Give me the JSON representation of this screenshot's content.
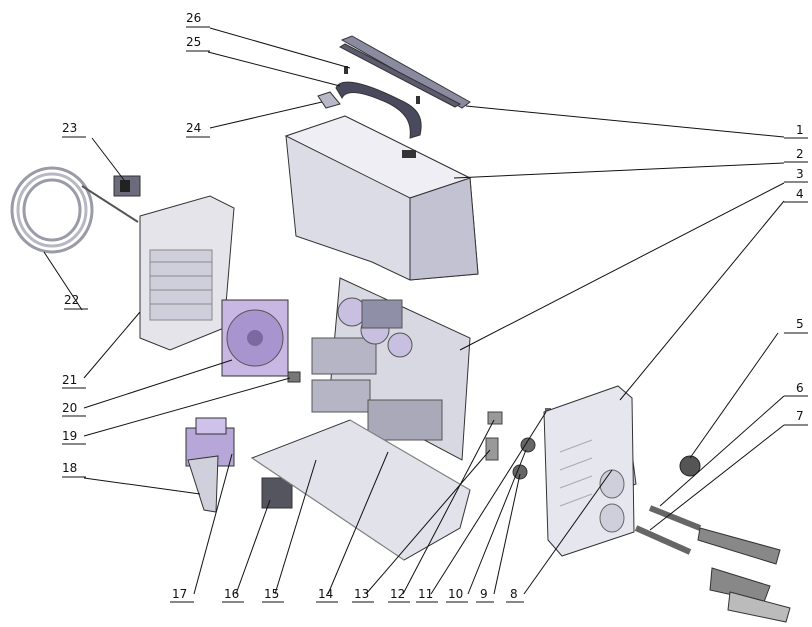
{
  "diagram": {
    "type": "exploded-parts-view",
    "callouts": [
      {
        "id": "1",
        "label": "1"
      },
      {
        "id": "2",
        "label": "2"
      },
      {
        "id": "3",
        "label": "3"
      },
      {
        "id": "4",
        "label": "4"
      },
      {
        "id": "5",
        "label": "5"
      },
      {
        "id": "6",
        "label": "6"
      },
      {
        "id": "7",
        "label": "7"
      },
      {
        "id": "8",
        "label": "8"
      },
      {
        "id": "9",
        "label": "9"
      },
      {
        "id": "10",
        "label": "10"
      },
      {
        "id": "11",
        "label": "11"
      },
      {
        "id": "12",
        "label": "12"
      },
      {
        "id": "13",
        "label": "13"
      },
      {
        "id": "14",
        "label": "14"
      },
      {
        "id": "15",
        "label": "15"
      },
      {
        "id": "16",
        "label": "16"
      },
      {
        "id": "17",
        "label": "17"
      },
      {
        "id": "18",
        "label": "18"
      },
      {
        "id": "19",
        "label": "19"
      },
      {
        "id": "20",
        "label": "20"
      },
      {
        "id": "21",
        "label": "21"
      },
      {
        "id": "22",
        "label": "22"
      },
      {
        "id": "23",
        "label": "23"
      },
      {
        "id": "24",
        "label": "24"
      },
      {
        "id": "25",
        "label": "25"
      },
      {
        "id": "26",
        "label": "26"
      }
    ],
    "colors": {
      "line": "#111111",
      "part_fill": "#d9d9e6",
      "part_dark": "#9a9ab0",
      "housing": "#e8e8ee",
      "accent": "#b9a7d9"
    }
  }
}
